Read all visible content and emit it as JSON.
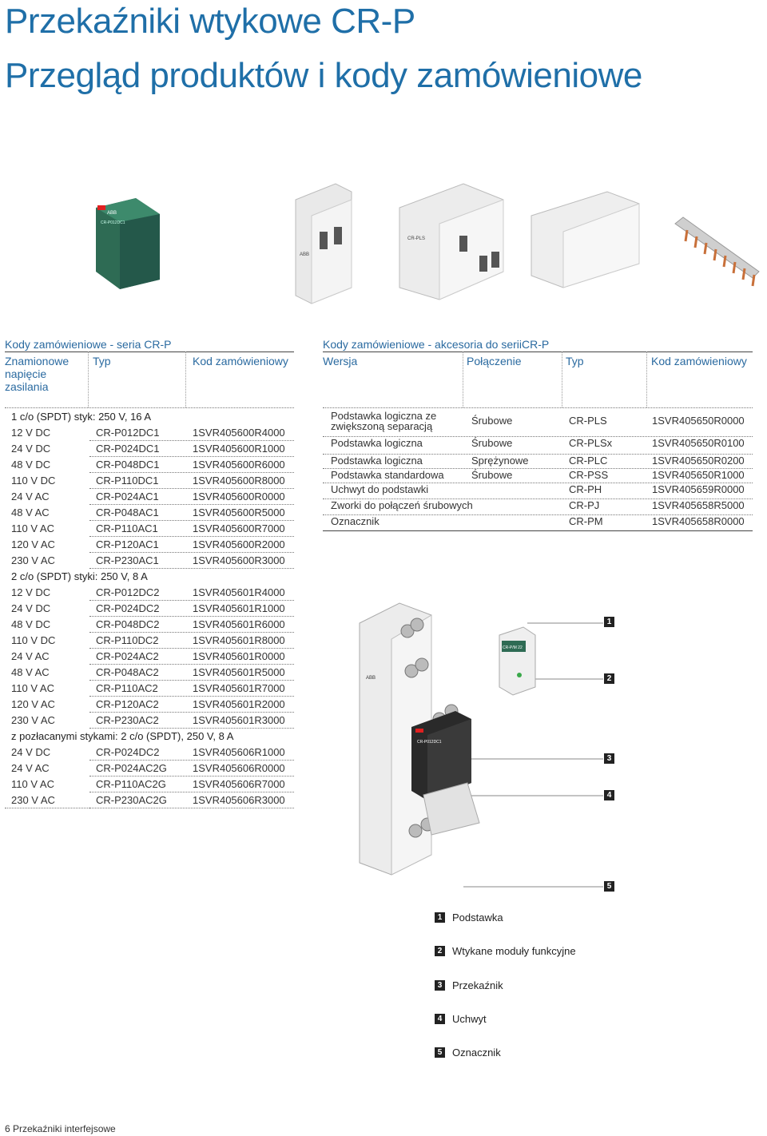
{
  "title_line1": "Przekaźniki wtykowe CR-P",
  "title_line2": "Przegląd produktów i kody zamówieniowe",
  "left_table": {
    "section_title": "Kody zamówieniowe - seria CR-P",
    "headers": [
      "Znamionowe\nnapięcie\nzasilania",
      "Typ",
      "Kod zamówieniowy"
    ],
    "groups": [
      {
        "title": "1 c/o (SPDT) styk: 250 V, 16 A",
        "rows": [
          [
            "12 V DC",
            "CR-P012DC1",
            "1SVR405600R4000"
          ],
          [
            "24 V DC",
            "CR-P024DC1",
            "1SVR405600R1000"
          ],
          [
            "48 V DC",
            "CR-P048DC1",
            "1SVR405600R6000"
          ],
          [
            "110 V DC",
            "CR-P110DC1",
            "1SVR405600R8000"
          ],
          [
            "24 V AC",
            "CR-P024AC1",
            "1SVR405600R0000"
          ],
          [
            "48 V AC",
            "CR-P048AC1",
            "1SVR405600R5000"
          ],
          [
            "110 V AC",
            "CR-P110AC1",
            "1SVR405600R7000"
          ],
          [
            "120 V AC",
            "CR-P120AC1",
            "1SVR405600R2000"
          ],
          [
            "230 V AC",
            "CR-P230AC1",
            "1SVR405600R3000"
          ]
        ]
      },
      {
        "title": "2 c/o (SPDT) styki: 250 V, 8 A",
        "rows": [
          [
            "12 V DC",
            "CR-P012DC2",
            "1SVR405601R4000"
          ],
          [
            "24 V DC",
            "CR-P024DC2",
            "1SVR405601R1000"
          ],
          [
            "48 V DC",
            "CR-P048DC2",
            "1SVR405601R6000"
          ],
          [
            "110 V DC",
            "CR-P110DC2",
            "1SVR405601R8000"
          ],
          [
            "24 V AC",
            "CR-P024AC2",
            "1SVR405601R0000"
          ],
          [
            "48 V AC",
            "CR-P048AC2",
            "1SVR405601R5000"
          ],
          [
            "110 V AC",
            "CR-P110AC2",
            "1SVR405601R7000"
          ],
          [
            "120 V AC",
            "CR-P120AC2",
            "1SVR405601R2000"
          ],
          [
            "230 V AC",
            "CR-P230AC2",
            "1SVR405601R3000"
          ]
        ]
      },
      {
        "title": "z pozłacanymi stykami: 2 c/o (SPDT), 250 V, 8 A",
        "rows": [
          [
            "24 V DC",
            "CR-P024DC2",
            "1SVR405606R1000"
          ],
          [
            "24 V AC",
            "CR-P024AC2G",
            "1SVR405606R0000"
          ],
          [
            "110 V AC",
            "CR-P110AC2G",
            "1SVR405606R7000"
          ],
          [
            "230 V AC",
            "CR-P230AC2G",
            "1SVR405606R3000"
          ]
        ]
      }
    ]
  },
  "right_table": {
    "section_title": "Kody zamówieniowe - akcesoria do seriiCR-P",
    "headers": [
      "Wersja",
      "Połączenie",
      "Typ",
      "Kod zamówieniowy"
    ],
    "rows": [
      [
        "Podstawka logiczna ze\nzwiększoną separacją",
        "Śrubowe",
        "CR-PLS",
        "1SVR405650R0000"
      ],
      [
        "Podstawka logiczna",
        "Śrubowe",
        "CR-PLSx",
        "1SVR405650R0100"
      ],
      [
        "Podstawka logiczna",
        "Sprężynowe",
        "CR-PLC",
        "1SVR405650R0200"
      ],
      [
        "Podstawka standardowa",
        "Śrubowe",
        "CR-PSS",
        "1SVR405650R1000"
      ],
      [
        "Uchwyt do podstawki",
        "",
        "CR-PH",
        "1SVR405659R0000"
      ],
      [
        "Zworki do połączeń śrubowych",
        "",
        "CR-PJ",
        "1SVR405658R5000"
      ],
      [
        "Oznacznik",
        "",
        "CR-PM",
        "1SVR405658R0000"
      ]
    ]
  },
  "legend": [
    {
      "num": "1",
      "label": "Podstawka"
    },
    {
      "num": "2",
      "label": "Wtykane moduły funkcyjne"
    },
    {
      "num": "3",
      "label": "Przekaźnik"
    },
    {
      "num": "4",
      "label": "Uchwyt"
    },
    {
      "num": "5",
      "label": "Oznacznik"
    }
  ],
  "image_labels": {
    "relay_brand": "ABB",
    "relay_model": "CR-P012DC1",
    "socket_brand": "ABB",
    "socket_model": "CR-PLS",
    "module_model": "CR-P/M 22"
  },
  "footer": "6 Przekaźniki interfejsowe",
  "colors": {
    "title_blue": "#1f6fa8",
    "relay_green": "#2e6b54",
    "socket_grey": "#e8e8e8"
  }
}
